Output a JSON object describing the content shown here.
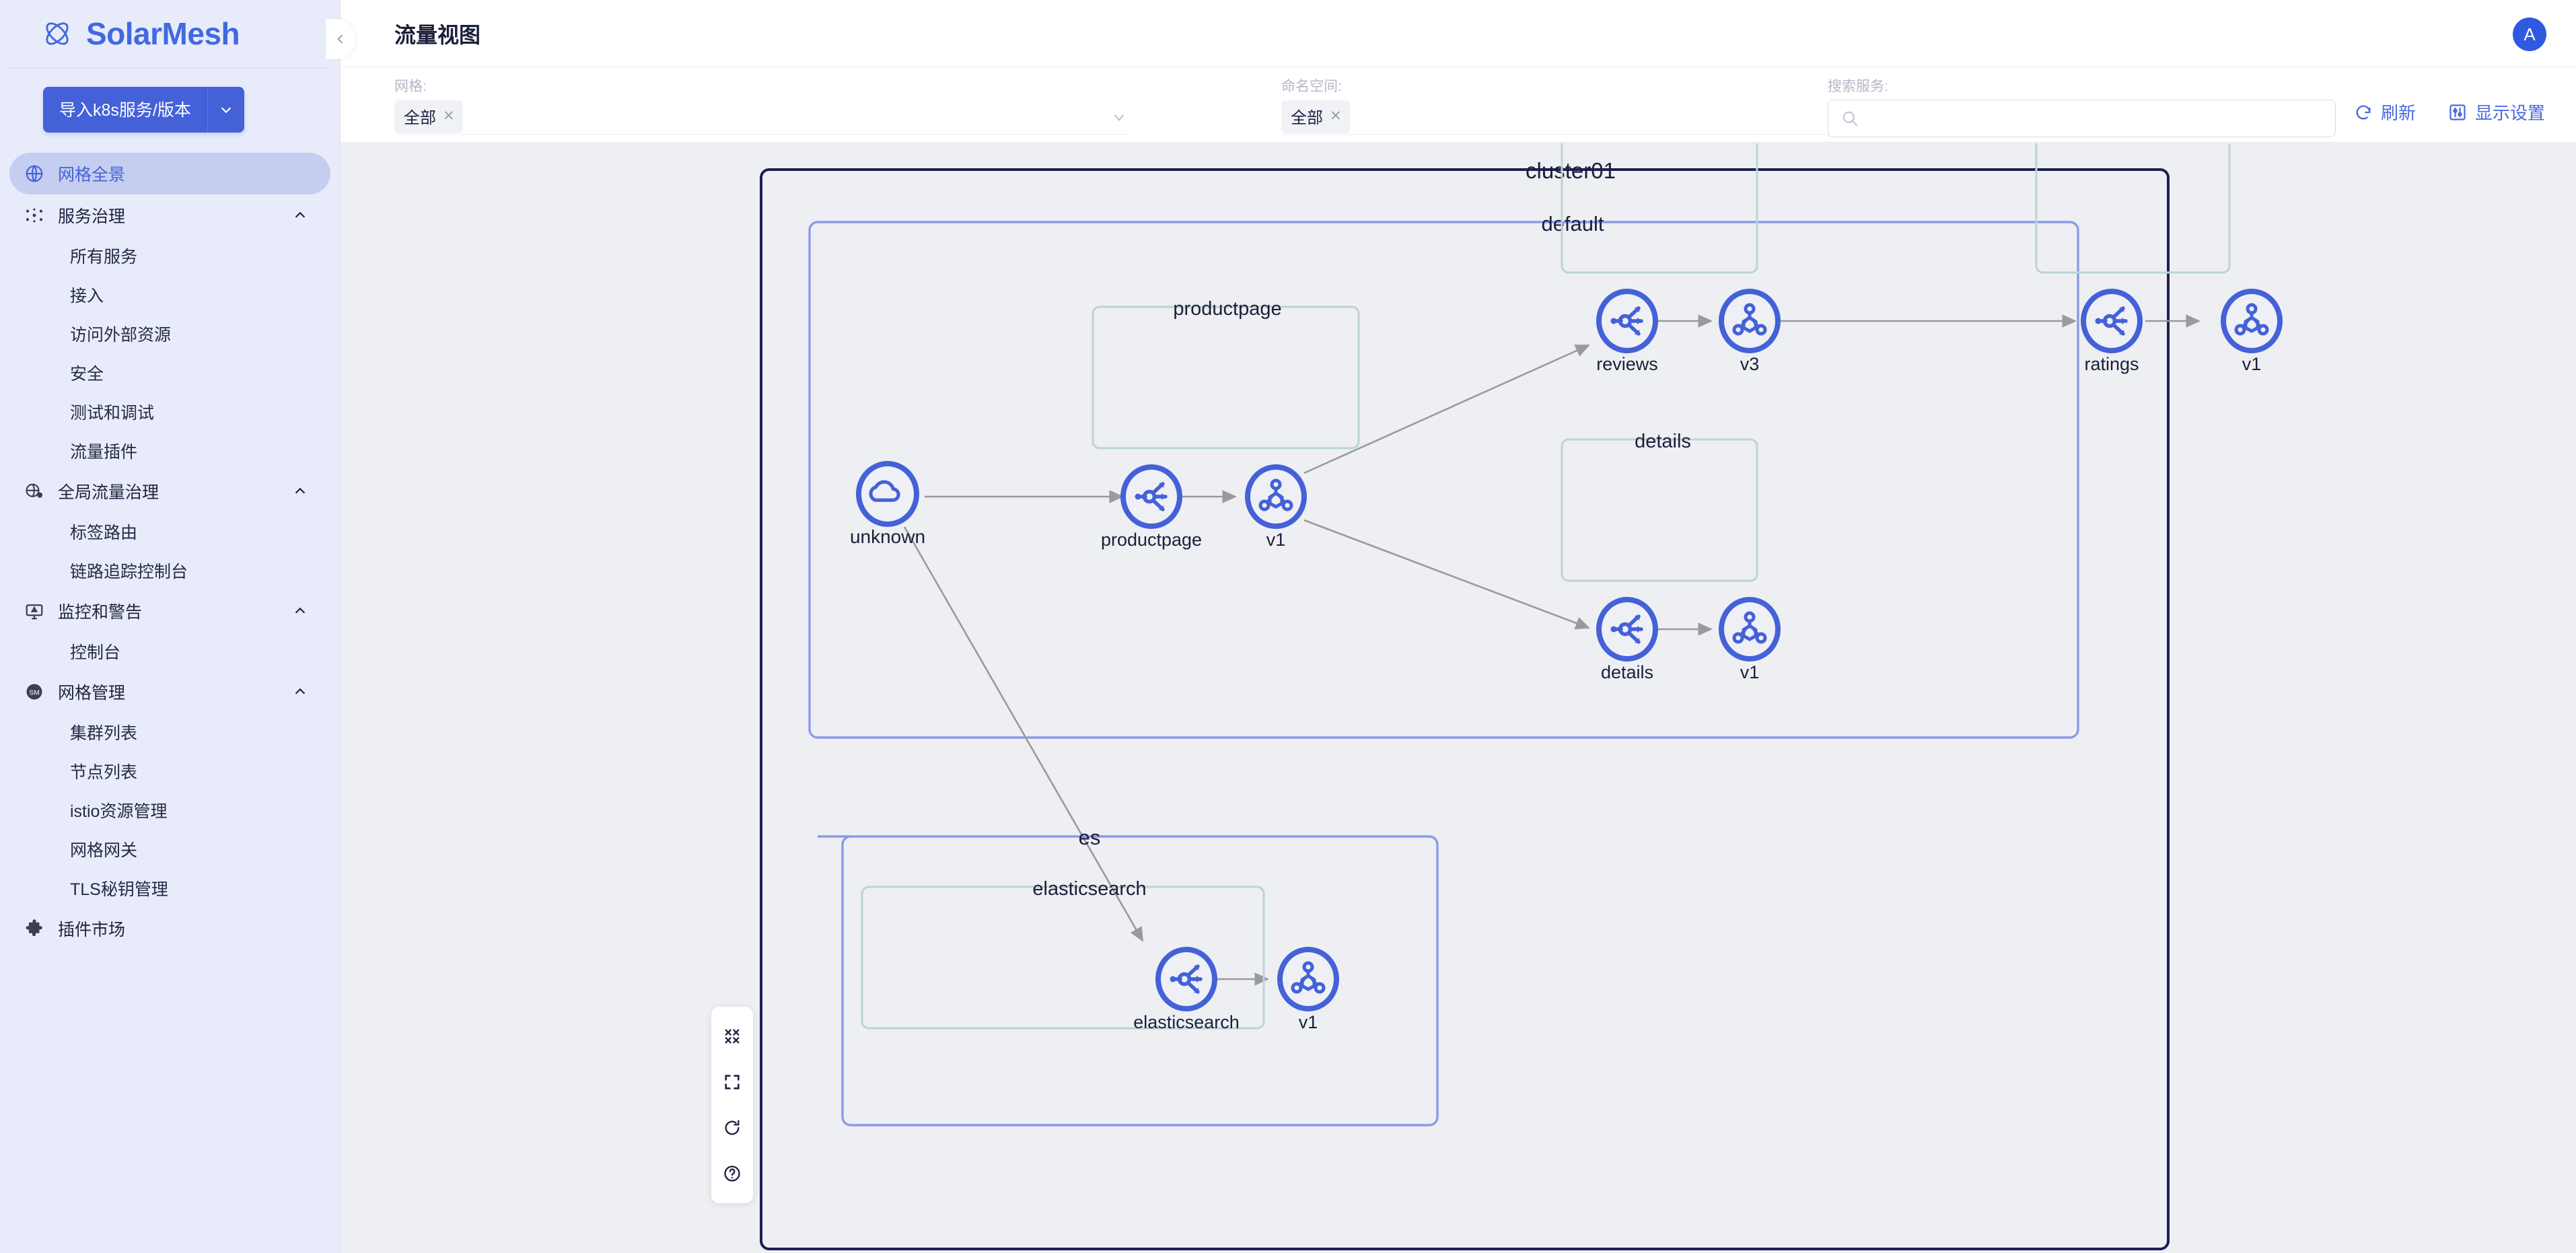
{
  "brand": {
    "name": "SolarMesh",
    "logo_icon": "atom-logo-icon"
  },
  "sidebar": {
    "import_button": {
      "label": "导入k8s服务/版本",
      "caret_icon": "chevron-down-icon"
    },
    "items": [
      {
        "label": "网格全景",
        "icon": "globe-icon",
        "active": true,
        "type": "item"
      },
      {
        "label": "服务治理",
        "icon": "mesh-dots-icon",
        "active": false,
        "type": "group",
        "chevron": "chevron-up-icon"
      },
      {
        "label": "所有服务",
        "type": "sub"
      },
      {
        "label": "接入",
        "type": "sub"
      },
      {
        "label": "访问外部资源",
        "type": "sub"
      },
      {
        "label": "安全",
        "type": "sub"
      },
      {
        "label": "测试和调试",
        "type": "sub"
      },
      {
        "label": "流量插件",
        "type": "sub"
      },
      {
        "label": "全局流量治理",
        "icon": "globe-gear-icon",
        "type": "group",
        "chevron": "chevron-up-icon"
      },
      {
        "label": "标签路由",
        "type": "sub"
      },
      {
        "label": "链路追踪控制台",
        "type": "sub"
      },
      {
        "label": "监控和警告",
        "icon": "alert-monitor-icon",
        "type": "group",
        "chevron": "chevron-up-icon"
      },
      {
        "label": "控制台",
        "type": "sub"
      },
      {
        "label": "网格管理",
        "icon": "sm-badge-icon",
        "type": "group",
        "chevron": "chevron-up-icon"
      },
      {
        "label": "集群列表",
        "type": "sub"
      },
      {
        "label": "节点列表",
        "type": "sub"
      },
      {
        "label": "istio资源管理",
        "type": "sub"
      },
      {
        "label": "网格网关",
        "type": "sub"
      },
      {
        "label": "TLS秘钥管理",
        "type": "sub"
      },
      {
        "label": "插件市场",
        "icon": "puzzle-icon",
        "type": "item"
      }
    ]
  },
  "header": {
    "title": "流量视图",
    "avatar_initial": "A",
    "collapse_icon": "chevron-left-icon"
  },
  "filters": {
    "mesh": {
      "label": "网格:",
      "value": "全部",
      "remove_icon": "close-icon",
      "caret_icon": "chevron-down-icon"
    },
    "namespace": {
      "label": "命名空间:",
      "value": "全部",
      "remove_icon": "close-icon",
      "caret_icon": "chevron-down-icon"
    },
    "search": {
      "label": "搜索服务:",
      "value": "",
      "placeholder": "",
      "icon": "search-icon"
    }
  },
  "top_actions": [
    {
      "label": "刷新",
      "icon": "refresh-icon"
    },
    {
      "label": "显示设置",
      "icon": "sliders-icon"
    }
  ],
  "graph_toolbar": [
    {
      "icon": "collapse-arrows-icon",
      "name": "fit-view-button"
    },
    {
      "icon": "expand-frame-icon",
      "name": "fullscreen-button"
    },
    {
      "icon": "reload-icon",
      "name": "reset-layout-button"
    },
    {
      "icon": "help-circle-icon",
      "name": "help-button"
    }
  ],
  "colors": {
    "brand": "#4169e1",
    "node_blue": "#4461d8",
    "cluster_border": "#1b1f54",
    "namespace_border": "#8b9ae8",
    "service_border": "#bcd4d4",
    "edge": "#9a9a9a",
    "sidebar_bg": "#e8ecfa",
    "sidebar_active": "#c5cdf0",
    "canvas_bg": "#edeff2"
  },
  "chart_data": {
    "type": "diagram",
    "title": "流量视图",
    "clusters": [
      {
        "name": "cluster01",
        "border": "#1b1f54",
        "namespaces": [
          {
            "name": "default",
            "border": "#8b9ae8",
            "services": [
              {
                "name": "productpage",
                "nodes": [
                  {
                    "label": "productpage",
                    "kind": "service"
                  },
                  {
                    "label": "v1",
                    "kind": "version"
                  }
                ]
              },
              {
                "name": "reviews",
                "nodes": [
                  {
                    "label": "reviews",
                    "kind": "service"
                  },
                  {
                    "label": "v3",
                    "kind": "version"
                  }
                ]
              },
              {
                "name": "ratings",
                "nodes": [
                  {
                    "label": "ratings",
                    "kind": "service"
                  },
                  {
                    "label": "v1",
                    "kind": "version"
                  }
                ]
              },
              {
                "name": "details",
                "nodes": [
                  {
                    "label": "details",
                    "kind": "service"
                  },
                  {
                    "label": "v1",
                    "kind": "version"
                  }
                ]
              }
            ]
          },
          {
            "name": "es",
            "border": "#8b9ae8",
            "services": [
              {
                "name": "elasticsearch",
                "nodes": [
                  {
                    "label": "elasticsearch",
                    "kind": "service"
                  },
                  {
                    "label": "v1",
                    "kind": "version"
                  }
                ]
              }
            ]
          }
        ]
      }
    ],
    "external_nodes": [
      {
        "label": "unknown",
        "kind": "cloud"
      }
    ],
    "edges": [
      {
        "from": "unknown",
        "to": "productpage"
      },
      {
        "from": "productpage",
        "to": "productpage/v1"
      },
      {
        "from": "productpage/v1",
        "to": "reviews"
      },
      {
        "from": "reviews",
        "to": "reviews/v3"
      },
      {
        "from": "reviews/v3",
        "to": "ratings"
      },
      {
        "from": "ratings",
        "to": "ratings/v1"
      },
      {
        "from": "productpage/v1",
        "to": "details"
      },
      {
        "from": "details",
        "to": "details/v1"
      },
      {
        "from": "unknown",
        "to": "elasticsearch"
      },
      {
        "from": "elasticsearch",
        "to": "elasticsearch/v1"
      }
    ],
    "labels": {
      "cluster01": "cluster01",
      "default": "default",
      "es": "es",
      "productpage": "productpage",
      "reviews": "reviews",
      "ratings": "ratings",
      "details": "details",
      "elasticsearch": "elasticsearch",
      "unknown": "unknown",
      "v1": "v1",
      "v3": "v3"
    }
  }
}
